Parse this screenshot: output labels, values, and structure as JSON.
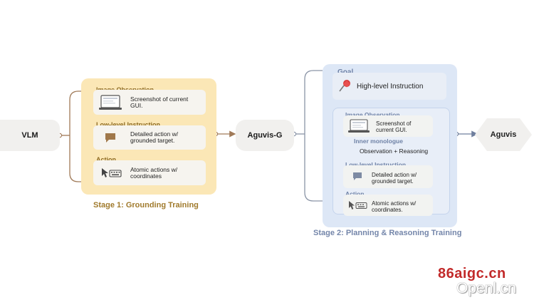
{
  "nodes": {
    "vlm": "VLM",
    "aguvis_g": "Aguvis-G",
    "aguvis": "Aguvis"
  },
  "stage1": {
    "title": "Stage 1: Grounding Training",
    "image_observation": {
      "label": "Image Observation",
      "text": "Screenshot of current GUI."
    },
    "low_level_instruction": {
      "label": "Low-level Instruction",
      "text": "Detailed action w/ grounded target."
    },
    "action": {
      "label": "Action",
      "text": "Atomic actions w/ coordinates"
    }
  },
  "stage2": {
    "title": "Stage 2: Planning & Reasoning Training",
    "goal": {
      "label": "Goal",
      "text": "High-level Instruction"
    },
    "image_observation": {
      "label": "Image Observation",
      "text": "Screenshot of current GUI."
    },
    "inner_monologue": {
      "label": "Inner monologue",
      "text": "Observation + Reasoning"
    },
    "low_level_instruction": {
      "label": "Low-level Instruction",
      "text": "Detailed action w/ grounded target."
    },
    "action": {
      "label": "Action",
      "text": "Atomic actions w/ coordinates."
    }
  },
  "watermark": {
    "line1": "86aigc.cn",
    "line2": "Openl.cn"
  },
  "colors": {
    "stage1_panel": "#fbe7b6",
    "stage1_accent": "#a07a2c",
    "stage2_panel": "#dde7f6",
    "stage2_accent": "#7486aa",
    "connector": "#a07a58"
  },
  "icons": [
    "laptop-icon",
    "chat-bubble-icon",
    "cursor-keyboard-icon",
    "pushpin-icon"
  ]
}
